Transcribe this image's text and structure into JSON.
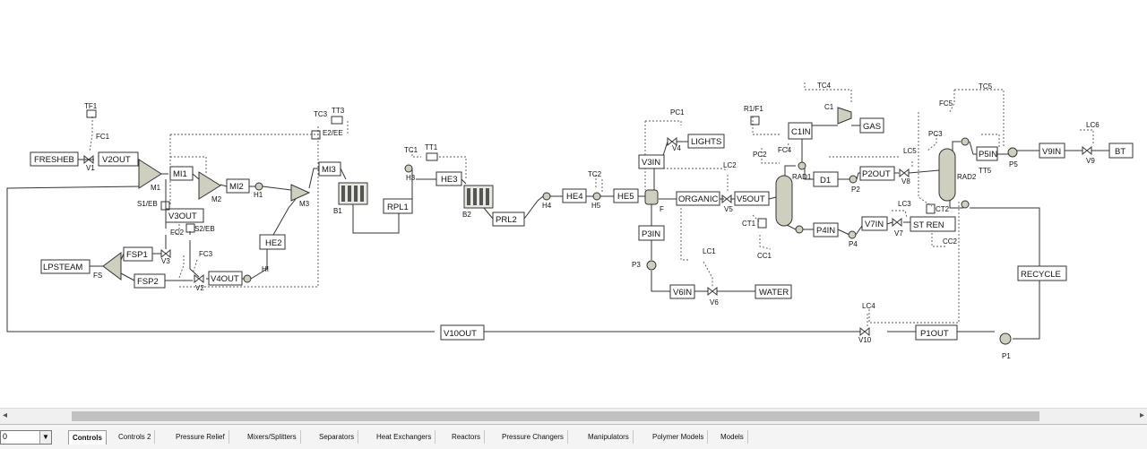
{
  "blocks": {
    "fresheb": "FRESHEB",
    "v2out": "V2OUT",
    "mi1": "MI1",
    "mi2": "MI2",
    "mi3": "MI3",
    "v3out": "V3OUT",
    "fsp1": "FSP1",
    "fsp2": "FSP2",
    "lpsteam": "LPSTEAM",
    "v4out": "V4OUT",
    "he2": "HE2",
    "rpl1": "RPL1",
    "he3": "HE3",
    "prl2": "PRL2",
    "he4": "HE4",
    "he5": "HE5",
    "lights": "LIGHTS",
    "v3in": "V3IN",
    "organic": "ORGANIC",
    "v5out": "V5OUT",
    "p3in": "P3IN",
    "v6in": "V6IN",
    "water": "WATER",
    "c1in": "C1IN",
    "gas": "GAS",
    "d1": "D1",
    "p2out": "P2OUT",
    "p4in": "P4IN",
    "v7in": "V7IN",
    "styren": "ST  REN",
    "p5in": "P5IN",
    "v9in": "V9IN",
    "bt": "BT",
    "recycle": "RECYCLE",
    "p1out": "P1OUT",
    "v10out": "V10OUT"
  },
  "tags": {
    "tf1": "TF1",
    "fc1": "FC1",
    "v1": "V1",
    "m1": "M1",
    "m2": "M2",
    "m3": "M3",
    "s1eb": "S1/EB",
    "s2eb": "S2/EB",
    "fc2": "FC2",
    "fc3": "FC3",
    "fs": "FS",
    "v2": "V2",
    "v3": "V3",
    "h1": "H1",
    "hi": "HI",
    "tc3": "TC3",
    "tt3": "TT3",
    "e2ee": "E2/EE",
    "b1": "B1",
    "tc1": "TC1",
    "tt1": "TT1",
    "h3": "H3",
    "b2": "B2",
    "h4": "H4",
    "tc2": "TC2",
    "h5": "H5",
    "f": "F",
    "pc1": "PC1",
    "v4": "V4",
    "lc2": "LC2",
    "v5": "V5",
    "p3": "P3",
    "lc1": "LC1",
    "v6": "V6",
    "r1f1": "R1/F1",
    "tc4": "TC4",
    "c1": "C1",
    "pc2": "PC2",
    "fc4": "FC4",
    "rad1": "RAD1",
    "ct1": "CT1",
    "cc1": "CC1",
    "p2": "P2",
    "p4": "P4",
    "lc5": "LC5",
    "lc3": "LC3",
    "v7": "V7",
    "v8": "V8",
    "tc5": "TC5",
    "fc5": "FC5",
    "pc3": "PC3",
    "rad2": "RAD2",
    "tt5": "TT5",
    "ct2": "CT2",
    "cc2": "CC2",
    "p5": "P5",
    "lc6": "LC6",
    "v9": "V9",
    "lc4": "LC4",
    "v10": "V10",
    "p1": "P1"
  },
  "scrollbar": {
    "left_arrow": "◂",
    "right_arrow": "▸"
  },
  "palette": {
    "combo_value": "0",
    "tabs": [
      "Controls",
      "Controls 2",
      "Pressure Relief",
      "Mixers/Splitters",
      "Separators",
      "Heat Exchangers",
      "Reactors",
      "Pressure Changers",
      "Manipulators",
      "Polymer Models",
      "Models"
    ],
    "active_tab": "Controls"
  },
  "colors": {
    "equipment_fill": "#cfcfc0",
    "line": "#333333",
    "signal": "#555555"
  }
}
